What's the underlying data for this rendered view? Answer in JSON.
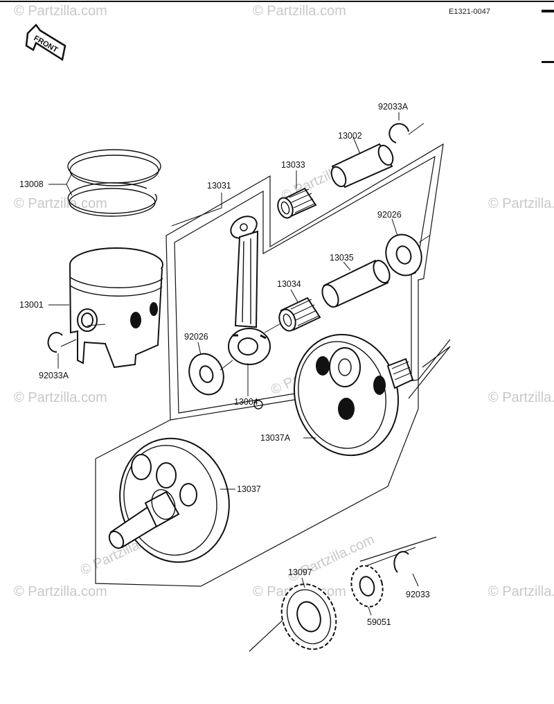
{
  "diagram": {
    "doc_code": "E1321-0047",
    "front_label": "FRONT",
    "watermark_text": "© Partzilla.com",
    "parts": [
      {
        "id": "p-92033A-top",
        "label": "92033A"
      },
      {
        "id": "p-13002",
        "label": "13002"
      },
      {
        "id": "p-13033",
        "label": "13033"
      },
      {
        "id": "p-13031",
        "label": "13031"
      },
      {
        "id": "p-13008",
        "label": "13008"
      },
      {
        "id": "p-92026-right",
        "label": "92026"
      },
      {
        "id": "p-13035",
        "label": "13035"
      },
      {
        "id": "p-13034",
        "label": "13034"
      },
      {
        "id": "p-13001",
        "label": "13001"
      },
      {
        "id": "p-92026-left",
        "label": "92026"
      },
      {
        "id": "p-92033A-left",
        "label": "92033A"
      },
      {
        "id": "p-13004",
        "label": "13004"
      },
      {
        "id": "p-13037A",
        "label": "13037A"
      },
      {
        "id": "p-13037",
        "label": "13037"
      },
      {
        "id": "p-13097",
        "label": "13097"
      },
      {
        "id": "p-59051",
        "label": "59051"
      },
      {
        "id": "p-92033",
        "label": "92033"
      }
    ]
  }
}
